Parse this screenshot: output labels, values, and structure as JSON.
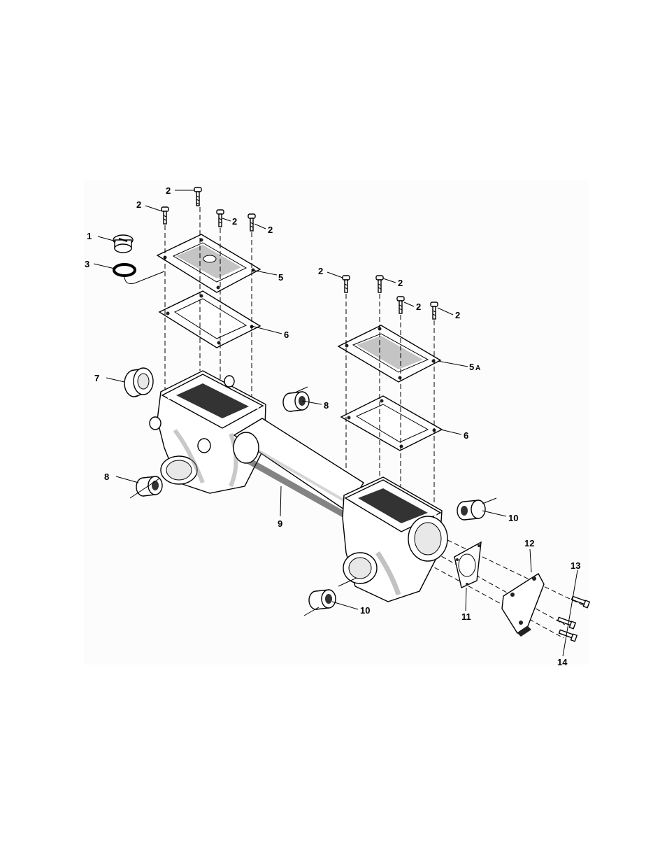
{
  "diagram": {
    "callouts": {
      "c1": "1",
      "c2a": "2",
      "c2b": "2",
      "c2c": "2",
      "c2d": "2",
      "c2e": "2",
      "c2f": "2",
      "c2g": "2",
      "c2h": "2",
      "c3": "3",
      "c5": "5",
      "c5a": "5",
      "c5a_sub": "A",
      "c6a": "6",
      "c6b": "6",
      "c7": "7",
      "c8a": "8",
      "c8b": "8",
      "c9": "9",
      "c10a": "10",
      "c10b": "10",
      "c11": "11",
      "c12": "12",
      "c13": "13",
      "c14": "14"
    }
  }
}
